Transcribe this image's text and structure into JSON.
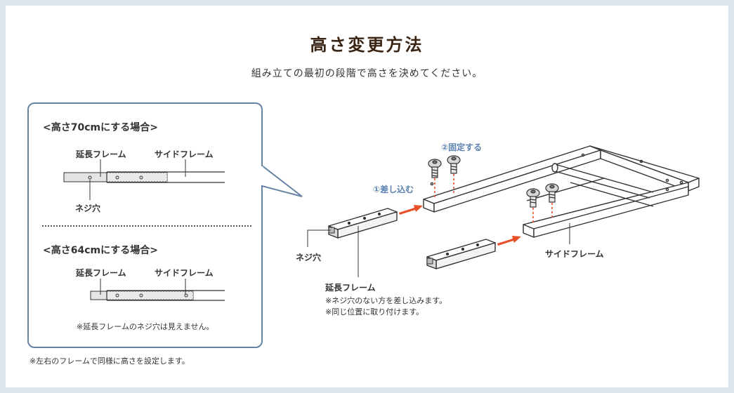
{
  "page": {
    "title": "高さ変更方法",
    "subtitle": "組み立ての最初の段階で高さを決めてください。"
  },
  "bubble": {
    "section_70": {
      "heading": "<高さ70cmにする場合>",
      "extension_frame_label": "延長フレーム",
      "side_frame_label": "サイドフレーム",
      "screw_hole_label": "ネジ穴"
    },
    "section_64": {
      "heading": "<高さ64cmにする場合>",
      "extension_frame_label": "延長フレーム",
      "side_frame_label": "サイドフレーム",
      "hidden_note": "※延長フレームのネジ穴は見えません。"
    }
  },
  "bottom_note": "※左右のフレームで同様に高さを設定します。",
  "assembly": {
    "step1": "①差し込む",
    "step2": "②固定する",
    "screw_hole_label": "ネジ穴",
    "side_frame_label": "サイドフレーム",
    "extension_frame_label": "延長フレーム",
    "notes": [
      "※ネジ穴のない方を差し込みます。",
      "※同じ位置に取り付けます。"
    ]
  },
  "colors": {
    "bubble_border": "#6683a4",
    "accent_orange": "#e8502a",
    "step_blue": "#5b82b0",
    "background": "#dde6ef"
  }
}
